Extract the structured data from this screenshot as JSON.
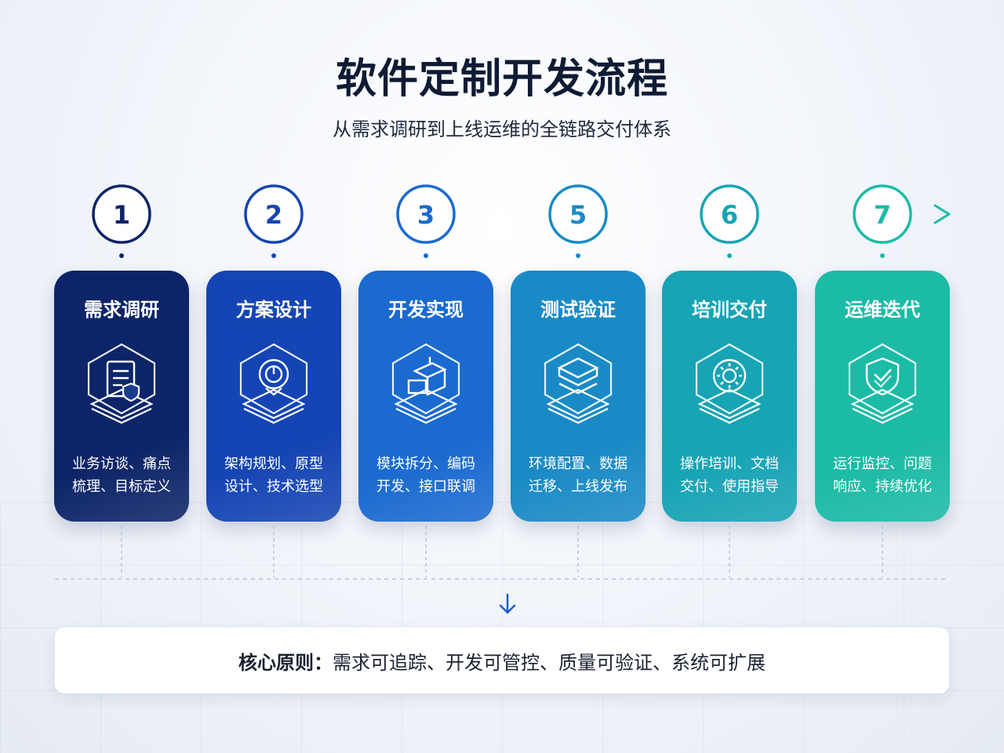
{
  "title": "软件定制开发流程",
  "subtitle": "从需求调研到上线运维的全链路交付体系",
  "steps": [
    {
      "number": "1",
      "title": "需求调研",
      "desc_line1": "业务访谈、痛点",
      "desc_line2": "梳理、目标定义",
      "icon": "document-shield-icon",
      "color": "#0d2568"
    },
    {
      "number": "2",
      "title": "方案设计",
      "desc_line1": "架构规划、原型",
      "desc_line2": "设计、技术选型",
      "icon": "power-target-icon",
      "color": "#1545b4"
    },
    {
      "number": "3",
      "title": "开发实现",
      "desc_line1": "模块拆分、编码",
      "desc_line2": "开发、接口联调",
      "icon": "code-build-icon",
      "color": "#1a6ad0"
    },
    {
      "number": "5",
      "title": "测试验证",
      "desc_line1": "环境配置、数据",
      "desc_line2": "迁移、上线发布",
      "icon": "layers-stack-icon",
      "color": "#1a8ac6"
    },
    {
      "number": "6",
      "title": "培训交付",
      "desc_line1": "操作培训、文档",
      "desc_line2": "交付、使用指导",
      "icon": "gear-icon",
      "color": "#17a4b5"
    },
    {
      "number": "7",
      "title": "运维迭代",
      "desc_line1": "运行监控、问题",
      "desc_line2": "响应、持续优化",
      "icon": "shield-check-icon",
      "color": "#1cbba6"
    }
  ],
  "principle": {
    "label": "核心原则：",
    "text": "需求可追踪、开发可管控、质量可验证、系统可扩展"
  },
  "icons": {
    "arrow": "arrow-right-icon",
    "drop": "arrow-down-icon"
  }
}
